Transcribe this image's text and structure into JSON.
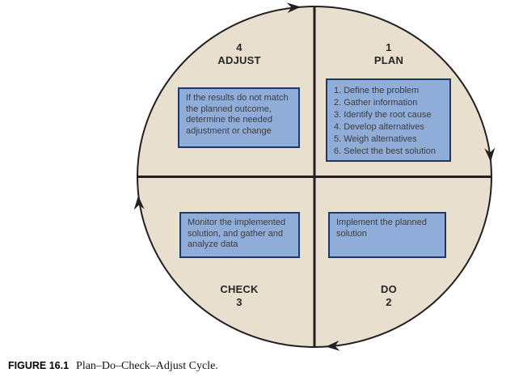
{
  "figure_caption": {
    "label": "FIGURE 16.1",
    "title": "Plan–Do–Check–Adjust Cycle."
  },
  "colors": {
    "circle_fill": "#e9dfce",
    "circle_stroke": "#231f20",
    "divider_line": "#231f20",
    "arrow": "#231f20",
    "box_fill": "#8fadd8",
    "box_border": "#1f3a60"
  },
  "quadrants": {
    "plan": {
      "number": "1",
      "label": "PLAN",
      "box_text": "1. Define the problem\n2. Gather information\n3. Identify the root cause\n4. Develop alternatives\n5. Weigh alternatives\n6. Select the best solution"
    },
    "do": {
      "number": "2",
      "label": "DO",
      "box_text": "Implement the planned\nsolution"
    },
    "check": {
      "number": "3",
      "label": "CHECK",
      "box_text": "Monitor the implemented\nsolution, and gather and\nanalyze data"
    },
    "adjust": {
      "number": "4",
      "label": "ADJUST",
      "box_text": "If the results do not match\nthe planned outcome,\ndetermine the needed\nadjustment or change"
    }
  }
}
